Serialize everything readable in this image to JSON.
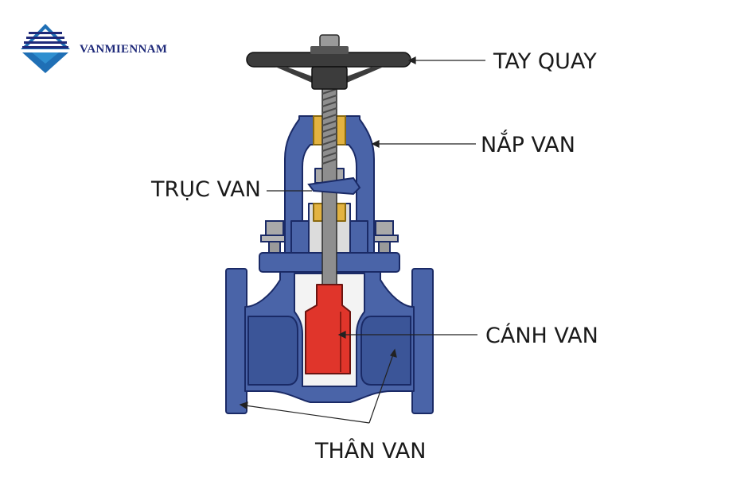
{
  "brand": {
    "name": "VANMIENNAM",
    "color": "#1f2a7a",
    "accent": "#1f6fb5"
  },
  "labels": {
    "handwheel": "TAY QUAY",
    "bonnet": "NẮP VAN",
    "stem": "TRỤC VAN",
    "disc": "CÁNH VAN",
    "body": "THÂN VAN"
  },
  "colors": {
    "body_fill": "#4a64a8",
    "body_stroke": "#1a2a66",
    "disc_fill": "#e0352b",
    "stem_fill": "#8e8e8e",
    "handwheel_fill": "#3c3c3c",
    "packing_fill": "#e3b341",
    "nut_fill": "#a9a9a9"
  }
}
